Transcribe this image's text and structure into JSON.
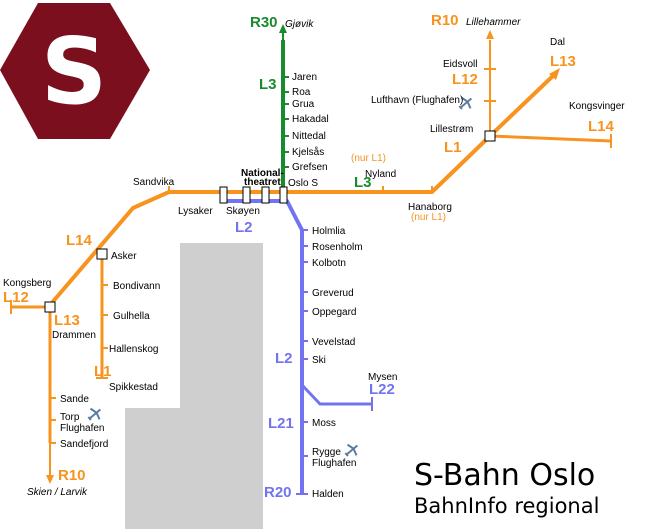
{
  "logo": {
    "letter": "S",
    "color": "#7b0f1e"
  },
  "title": "S-Bahn Oslo",
  "subtitle": "BahnInfo regional",
  "colors": {
    "orange": "#f7931e",
    "green": "#1a8a2e",
    "purple": "#7373f0",
    "fjord": "#cfcfcf"
  },
  "lines": {
    "r30": "R30",
    "r10_north": "R10",
    "r10_south": "R10",
    "l3_top": "L3",
    "l3_osl": "L3",
    "l12_north": "L12",
    "l12_west": "L12",
    "l13_north": "L13",
    "l13_south": "L13",
    "l14_north": "L14",
    "l14_west": "L14",
    "l1_east": "L1",
    "l1_south": "L1",
    "l2_main": "L2",
    "l2_south": "L2",
    "l22": "L22",
    "l21": "L21",
    "r20": "R20"
  },
  "destinations": {
    "gjovik": "Gjøvik",
    "lillehammer": "Lillehammer",
    "skien_larvik": "Skien / Larvik"
  },
  "notes": {
    "nyland": "(nur L1)",
    "hanaborg": "(nur L1)"
  },
  "stations": {
    "jaren": "Jaren",
    "roa": "Roa",
    "grua": "Grua",
    "hakadal": "Hakadal",
    "nittedal": "Nittedal",
    "kjelsas": "Kjelsås",
    "grefsen": "Grefsen",
    "oslo_s": "Oslo S",
    "nationaltheatret_1": "National-",
    "nationaltheatret_2": "theatret",
    "eidsvoll": "Eidsvoll",
    "dal": "Dal",
    "lufthavn": "Lufthavn (Flughafen)",
    "lillestrom": "Lillestrøm",
    "kongsvinger": "Kongsvinger",
    "nyland": "Nyland",
    "hanaborg": "Hanaborg",
    "sandvika": "Sandvika",
    "lysaker": "Lysaker",
    "skoyen": "Skøyen",
    "asker": "Asker",
    "bondivann": "Bondivann",
    "gulhella": "Gulhella",
    "hallenskog": "Hallenskog",
    "spikkestad": "Spikkestad",
    "kongsberg": "Kongsberg",
    "drammen": "Drammen",
    "sande": "Sande",
    "torp_1": "Torp",
    "torp_2": "Flughafen",
    "sandefjord": "Sandefjord",
    "holmlia": "Holmlia",
    "rosenholm": "Rosenholm",
    "kolbotn": "Kolbotn",
    "greverud": "Greverud",
    "oppegard": "Oppegard",
    "vevelstad": "Vevelstad",
    "ski": "Ski",
    "mysen": "Mysen",
    "moss": "Moss",
    "rygge_1": "Rygge",
    "rygge_2": "Flughafen",
    "halden": "Halden"
  }
}
